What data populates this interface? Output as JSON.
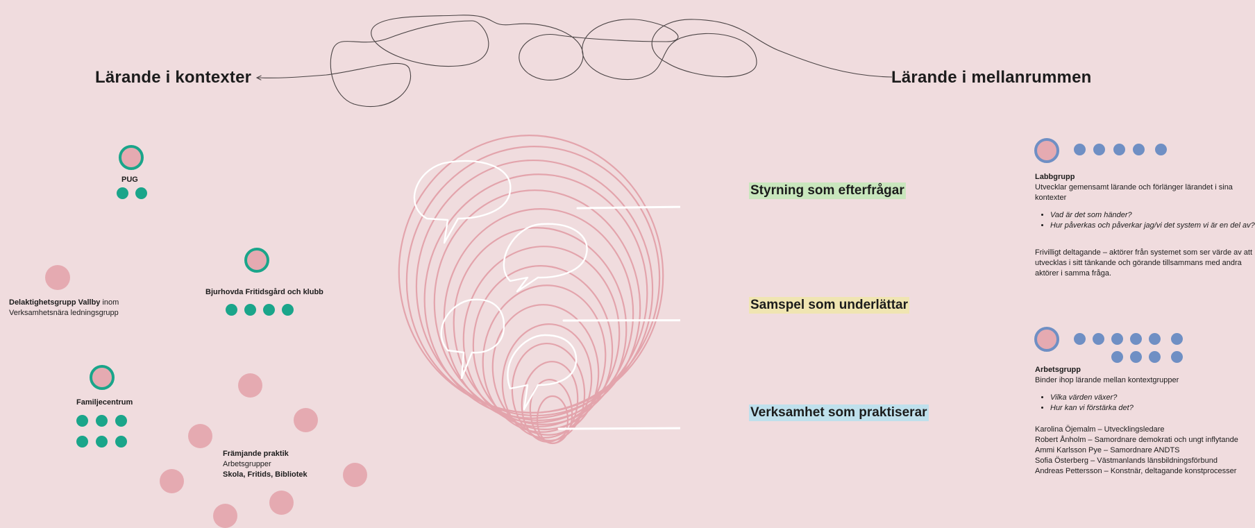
{
  "headings": {
    "left": "Lärande i kontexter",
    "right": "Lärande i mellanrummen"
  },
  "levels": {
    "top": "Styrning som efterfrågar",
    "middle": "Samspel som underlättar",
    "bottom": "Verksamhet som praktiserar"
  },
  "level_colors": {
    "top": "#c9e6bd",
    "middle": "#f0e5b2",
    "bottom": "#bfe0ec"
  },
  "contexts": {
    "pug": "PUG",
    "bjurhovda": "Bjurhovda Fritidsgård och klubb",
    "vallby_bold": "Delaktighetsgrupp Vallby",
    "vallby_rest": " inom",
    "vallby_line2": "Verksamhetsnära ledningsgrupp",
    "familjecentrum": "Familjecentrum",
    "framjande_title": "Främjande praktik",
    "framjande_sub": "Arbetsgrupper",
    "framjande_bold": "Skola, Fritids, Bibliotek"
  },
  "labbgrupp": {
    "title": "Labbgrupp",
    "description": "Utvecklar gemensamt lärande och förlänger lärandet i sina kontexter",
    "questions": [
      "Vad är det som händer?",
      "Hur påverkas och påverkar jag/vi det system vi är en del av?"
    ],
    "note": "Frivilligt deltagande – aktörer från systemet som ser värde av att utvecklas i sitt tänkande och görande tillsammans med andra aktörer i samma fråga."
  },
  "arbetsgrupp": {
    "title": "Arbetsgrupp",
    "description": "Binder ihop lärande mellan kontextgrupper",
    "questions": [
      "Vilka värden växer?",
      "Hur kan vi förstärka det?"
    ],
    "members": [
      "Karolina Öjemalm – Utvecklingsledare",
      "Robert Ånholm – Samordnare demokrati och ungt inflytande",
      "Ammi Karlsson Pye – Samordnare ANDTS",
      "Sofia Österberg – Västmanlands länsbildningsförbund",
      "Andreas Pettersson – Konstnär, deltagande konstprocesser"
    ]
  },
  "colors": {
    "background": "#f0dcde",
    "pink": "#e5aab1",
    "teal": "#1aa58a",
    "blue": "#6f8fc4"
  }
}
